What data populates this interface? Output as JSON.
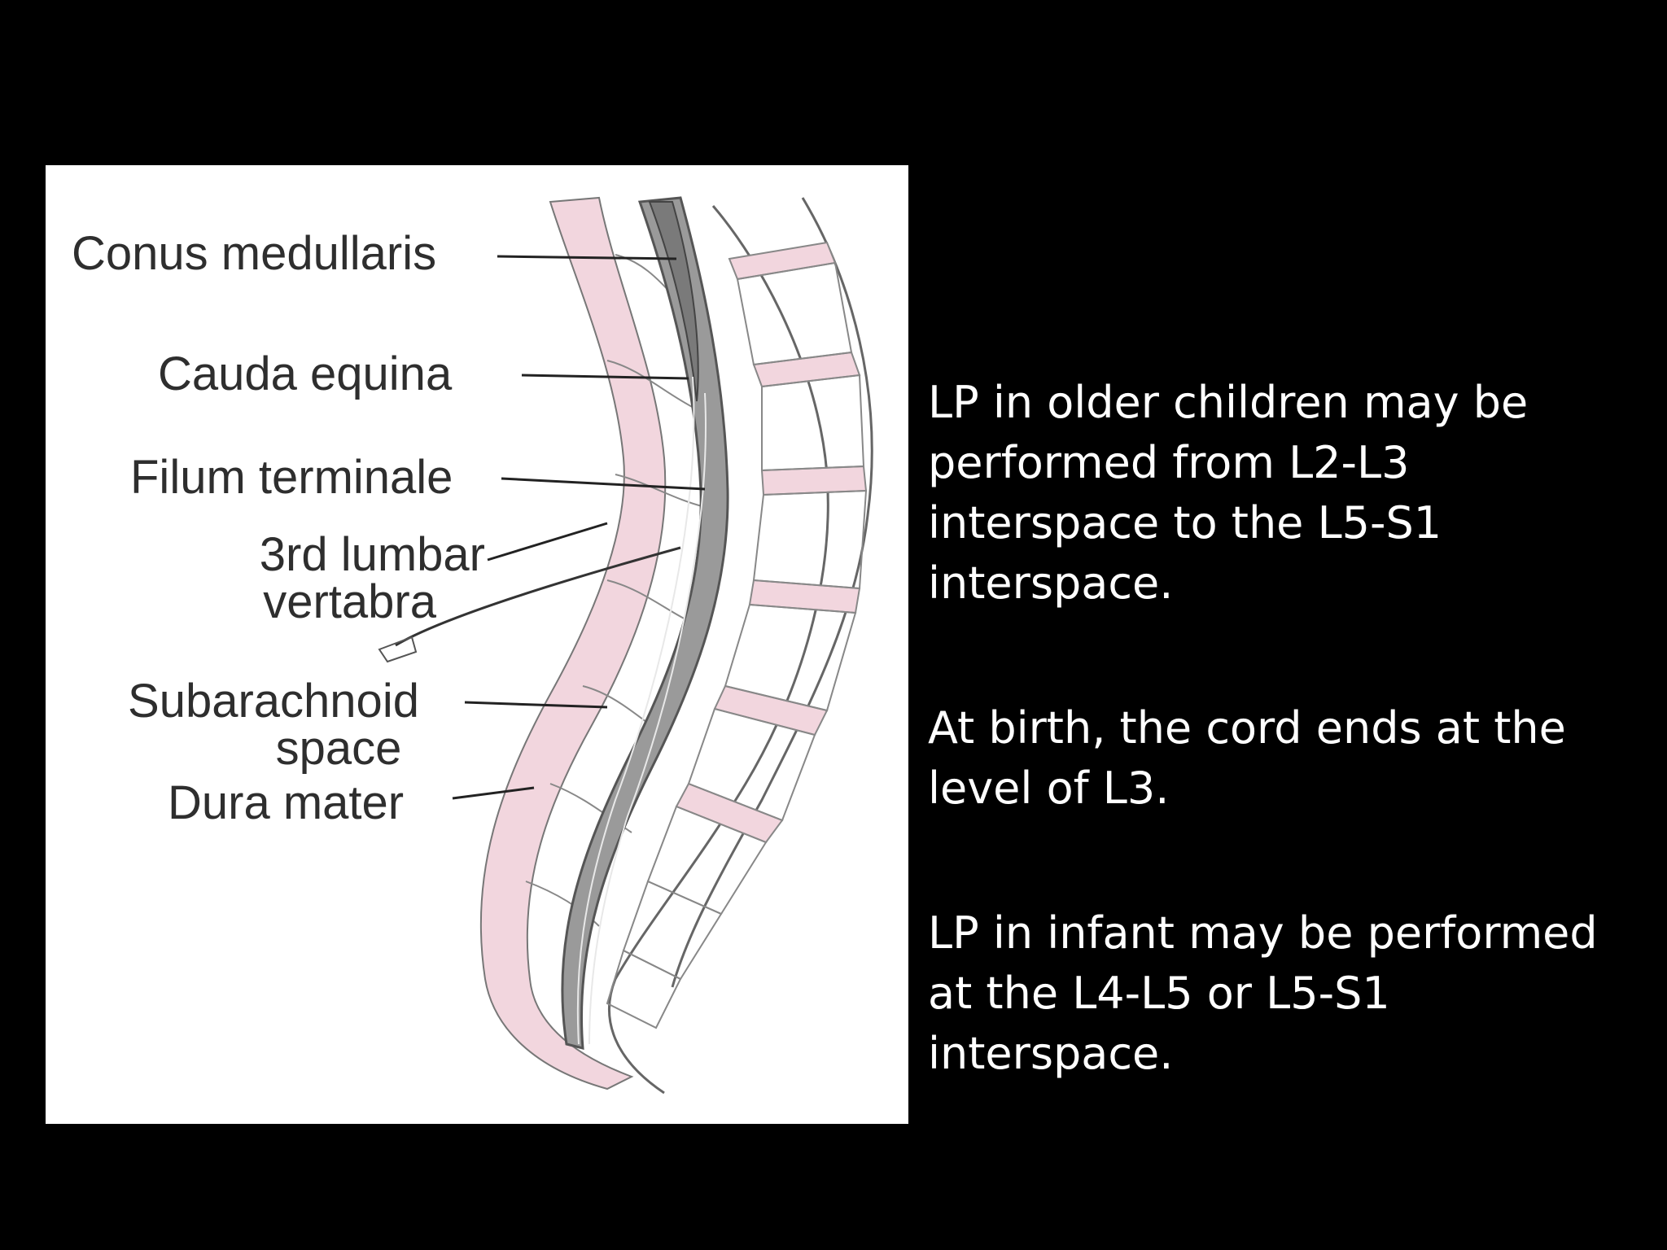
{
  "figure": {
    "labels": {
      "conus_medullaris": "Conus medullaris",
      "cauda_equina": "Cauda equina",
      "filum_terminale": "Filum terminale",
      "third_lumbar_line1": "3rd lumbar",
      "third_lumbar_line2": "vertabra",
      "subarachnoid_line1": "Subarachnoid",
      "subarachnoid_line2": "space",
      "dura_mater": "Dura mater"
    }
  },
  "text": {
    "para1": "LP in older children may be performed from L2-L3 interspace to the L5-S1 interspace.",
    "para2": "At birth, the cord ends at the level of L3.",
    "para3": "LP in infant may be performed at the L4-L5 or L5-S1 interspace."
  },
  "colors": {
    "background": "#000000",
    "panel": "#ffffff",
    "bone_fill": "#f2d6de",
    "cord": "#8c8c8c",
    "line": "#555555"
  }
}
